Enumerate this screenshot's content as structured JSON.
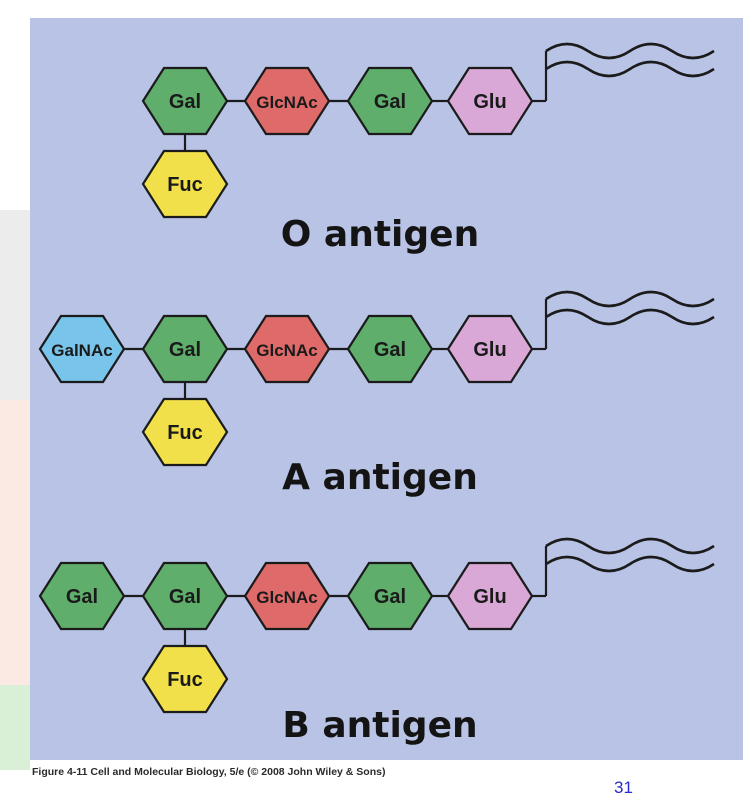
{
  "colors": {
    "panel_bg": "#b9c3e6",
    "Gal": "#5fae6c",
    "GlcNAc": "#de6a6a",
    "Glu": "#d9a8d6",
    "Fuc": "#f2e04a",
    "GalNAc": "#79c4ea"
  },
  "antigens": [
    {
      "title": "O antigen",
      "chain": [
        "Gal",
        "GlcNAc",
        "Gal",
        "Glu"
      ],
      "branch": "Fuc"
    },
    {
      "title": "A antigen",
      "chain": [
        "GalNAc",
        "Gal",
        "GlcNAc",
        "Gal",
        "Glu"
      ],
      "branch": "Fuc"
    },
    {
      "title": "B antigen",
      "chain": [
        "Gal",
        "Gal",
        "GlcNAc",
        "Gal",
        "Glu"
      ],
      "branch": "Fuc"
    }
  ],
  "caption": "Figure 4-11  Cell and Molecular Biology, 5/e (© 2008 John Wiley & Sons)",
  "page_number": "31"
}
